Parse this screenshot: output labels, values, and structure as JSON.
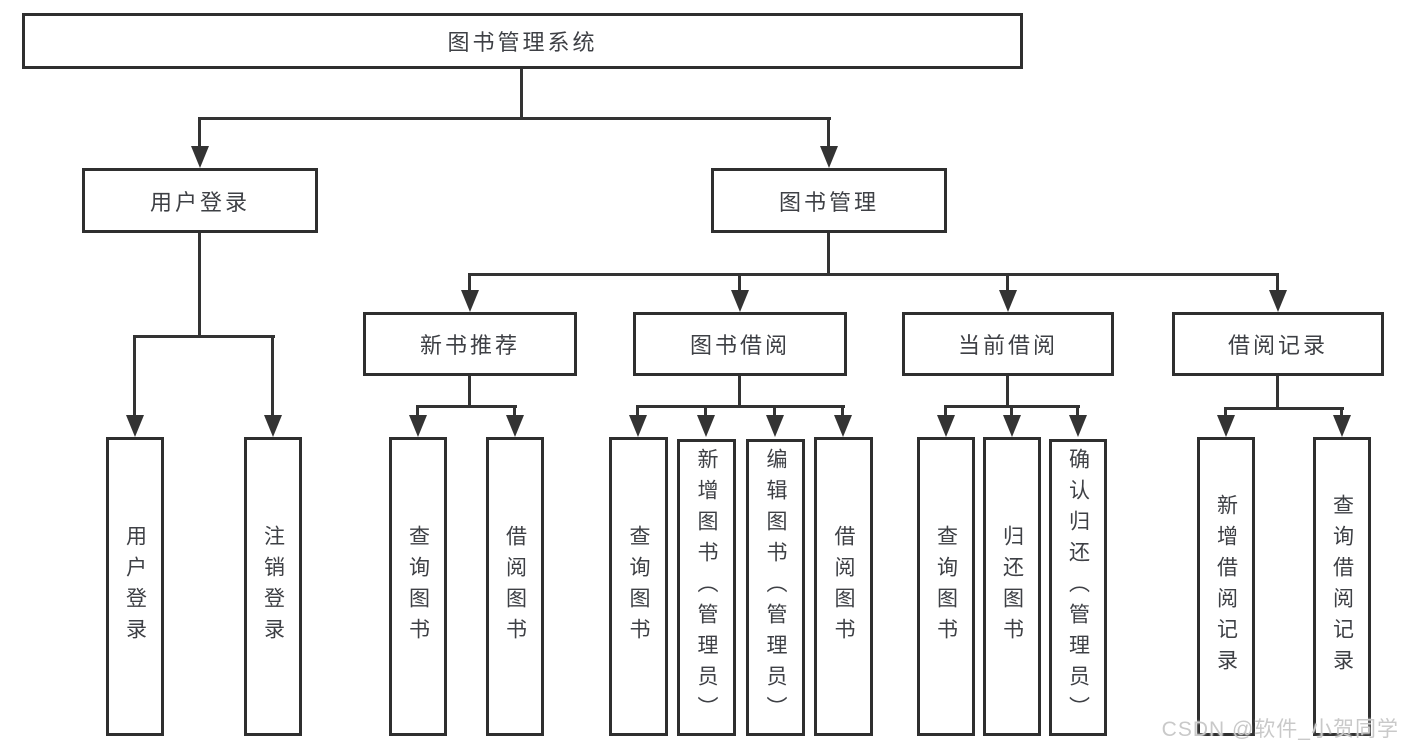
{
  "diagram": {
    "root": {
      "label": "图书管理系统"
    },
    "level2": [
      {
        "label": "用户登录"
      },
      {
        "label": "图书管理"
      }
    ],
    "level3": [
      {
        "label": "新书推荐",
        "parent": "图书管理"
      },
      {
        "label": "图书借阅",
        "parent": "图书管理"
      },
      {
        "label": "当前借阅",
        "parent": "图书管理"
      },
      {
        "label": "借阅记录",
        "parent": "图书管理"
      }
    ],
    "level4": [
      {
        "label": "用户登录",
        "parent": "用户登录"
      },
      {
        "label": "注销登录",
        "parent": "用户登录"
      },
      {
        "label": "查询图书",
        "parent": "新书推荐"
      },
      {
        "label": "借阅图书",
        "parent": "新书推荐"
      },
      {
        "label": "查询图书",
        "parent": "图书借阅"
      },
      {
        "label": "新增图书（管理员）",
        "parent": "图书借阅"
      },
      {
        "label": "编辑图书（管理员）",
        "parent": "图书借阅"
      },
      {
        "label": "借阅图书",
        "parent": "图书借阅"
      },
      {
        "label": "查询图书",
        "parent": "当前借阅"
      },
      {
        "label": "归还图书",
        "parent": "当前借阅"
      },
      {
        "label": "确认归还（管理员）",
        "parent": "当前借阅"
      },
      {
        "label": "新增借阅记录",
        "parent": "借阅记录"
      },
      {
        "label": "查询借阅记录",
        "parent": "借阅记录"
      }
    ]
  },
  "watermark": {
    "text": "CSDN @软件_小贺同学"
  },
  "colors": {
    "line": "#333333",
    "box_border": "#2f2f2f",
    "box_background": "#ffffff",
    "text": "#3e4045",
    "watermark": "#c9c9c9",
    "background": "#ffffff"
  }
}
